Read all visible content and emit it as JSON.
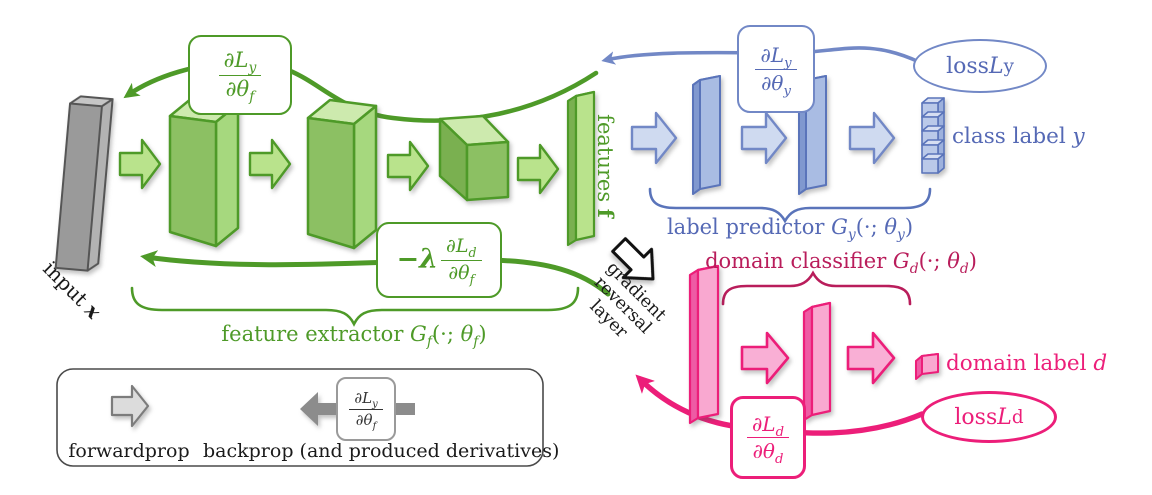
{
  "colors": {
    "green": "#4e9a28",
    "green_dark": "#39761b",
    "green_fill": "#b9e38c",
    "green_face": "#8cc063",
    "green_top": "#cdeaae",
    "green_side": "#a6d87e",
    "green_bevel": "#7ab050",
    "blue": "#7288c6",
    "blue_text": "#5569b5",
    "blue_fill": "#cfdaf0",
    "blue_face": "#a9bce3",
    "blue_bevel": "#8098cf",
    "blue_top": "#cbd5ee",
    "stack_face": "#bac9e9",
    "stack_top": "#d6def2",
    "stack_side": "#9db1dd",
    "stack_stroke": "#5a74ba",
    "pink": "#ec1e79",
    "pink_dark": "#b91d5b",
    "pink_fill": "#f9afd5",
    "pink_face": "#f9a8d0",
    "pink_bevel": "#ee5ba4",
    "pink_top": "#fbc6df",
    "gray_face": "#9a9a9a",
    "gray_top": "#c6c6c6",
    "gray_side": "#b2b2b2",
    "gray_stroke": "#555555",
    "legend_arrow_fill": "#dcdcdc",
    "legend_arrow_stroke": "#7c7c7c",
    "legend_solid": "#8c8c8c"
  },
  "labels": {
    "input": {
      "text": "input ",
      "var": "x"
    },
    "features": {
      "text": "features ",
      "var": "f"
    },
    "feature_extractor": {
      "prefix": "feature extractor ",
      "g": "G",
      "gsub": "f",
      "mid": "(·; ",
      "theta": "θ",
      "tsub": "f",
      "close": ")"
    },
    "label_predictor": {
      "prefix": "label predictor ",
      "g": "G",
      "gsub": "y",
      "mid": "(·; ",
      "theta": "θ",
      "tsub": "y",
      "close": ")"
    },
    "domain_classifier": {
      "prefix": "domain classifier ",
      "g": "G",
      "gsub": "d",
      "mid": "(·; ",
      "theta": "θ",
      "tsub": "d",
      "close": ")"
    },
    "class_label": {
      "text": "class label ",
      "var": "y"
    },
    "domain_label": {
      "text": "domain label ",
      "var": "d"
    },
    "loss_y": {
      "text": "loss ",
      "var": "L",
      "sub": "y"
    },
    "loss_d": {
      "text": "loss ",
      "var": "L",
      "sub": "d"
    },
    "gradient_reversal": {
      "line1": "gradient",
      "line2": "reversal",
      "line3": "layer"
    }
  },
  "formulas": {
    "dLy_dThf": {
      "num": "∂L",
      "num_sub": "y",
      "den": "∂θ",
      "den_sub": "f"
    },
    "dLy_dThy": {
      "num": "∂L",
      "num_sub": "y",
      "den": "∂θ",
      "den_sub": "y"
    },
    "dLd_dThf": {
      "prefix": "−λ",
      "num": "∂L",
      "num_sub": "d",
      "den": "∂θ",
      "den_sub": "f"
    },
    "dLd_dThd": {
      "num": "∂L",
      "num_sub": "d",
      "den": "∂θ",
      "den_sub": "d"
    },
    "legend_backprop": {
      "num": "∂L",
      "num_sub": "y",
      "den": "∂θ",
      "den_sub": "f"
    }
  },
  "legend": {
    "forward": "forwardprop",
    "backward": "backprop (and produced derivatives)"
  }
}
